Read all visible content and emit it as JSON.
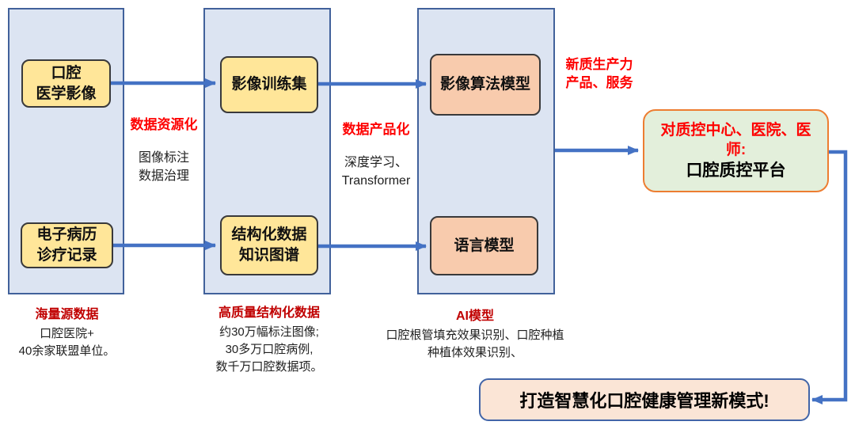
{
  "colors": {
    "column_fill": "#dce4f2",
    "column_border": "#41619b",
    "yellow_box_fill": "#ffe699",
    "orange_box_fill": "#f8cbad",
    "node_border": "#39393b",
    "platform_box_fill": "#e3efdb",
    "platform_box_border": "#ed7d31",
    "result_box_fill": "#fbe5d6",
    "result_box_border": "#4265a8",
    "arrow": "#4472c4",
    "red_flow_label": "#fe0000",
    "red_caption_title": "#c00000"
  },
  "columns": [
    {
      "box_top": "口腔\n医学影像",
      "box_bottom": "电子病历\n诊疗记录",
      "caption_title": "海量源数据",
      "caption_body": "口腔医院+\n40余家联盟单位。"
    },
    {
      "box_top": "影像训练集",
      "box_bottom": "结构化数据\n知识图谱",
      "caption_title": "高质量结构化数据",
      "caption_body": "约30万幅标注图像;\n30多万口腔病例,\n数千万口腔数据项。"
    },
    {
      "box_top": "影像算法模型",
      "box_bottom": "语言模型",
      "caption_title": "AI模型",
      "caption_body": "口腔根管填充效果识别、口腔种植\n种植体效果识别、"
    }
  ],
  "process_labels": [
    {
      "title": "数据资源化",
      "body": "图像标注\n数据治理"
    },
    {
      "title": "数据产品化",
      "body": "深度学习、\nTransformer"
    },
    {
      "title": "新质生产力\n产品、服务",
      "body": ""
    }
  ],
  "platform_box": {
    "audience": "对质控中心、医院、医师:",
    "name": "口腔质控平台"
  },
  "result_box": {
    "label": "打造智慧化口腔健康管理新模式!"
  }
}
